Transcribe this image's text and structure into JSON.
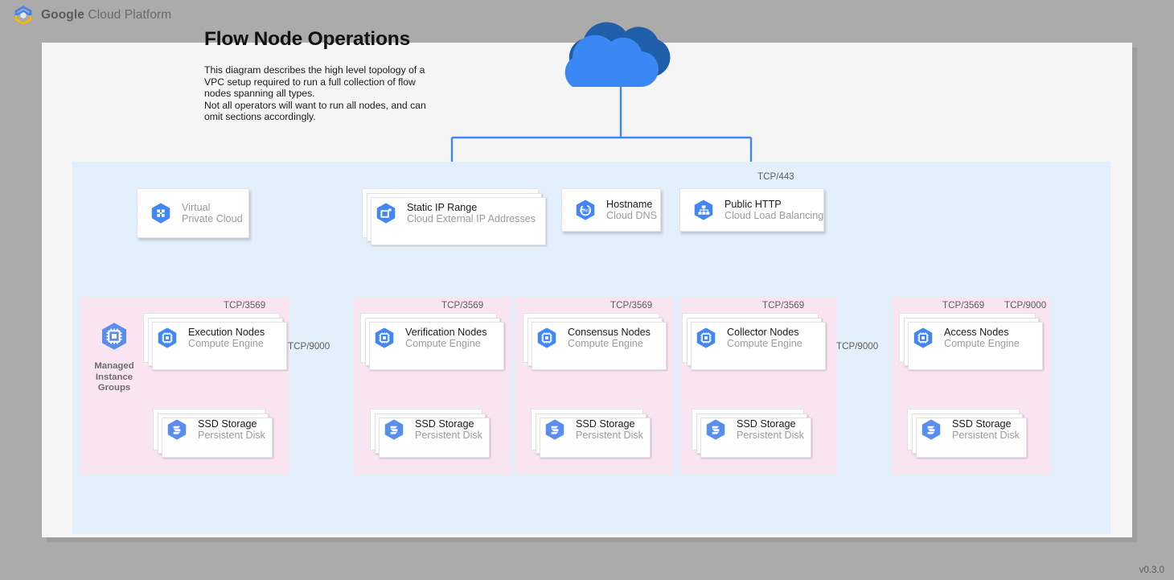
{
  "header": {
    "logo_icon": "gcp-hexagon-logo",
    "brand_bold": "Google",
    "brand_rest": " Cloud Platform"
  },
  "page": {
    "title": "Flow Node Operations",
    "description": "This diagram describes the high level topology of a VPC setup required to run a full collection of flow nodes spanning all types.\nNot all operators will want to run all nodes, and can omit sections accordingly.",
    "version": "v0.3.0"
  },
  "colors": {
    "page_background": "#ababab",
    "sheet": "#f5f5f5",
    "vpc_fill": "#e3f0fb",
    "group_fill": "#f9e4f2",
    "connector": "#4285f4",
    "icon_blue": "#4285f4",
    "cloud_light": "#3b88f5",
    "cloud_dark": "#1f5fa9",
    "card": "#ffffff",
    "label_grey": "#9b9b9b",
    "port_grey": "#5e5e5e"
  },
  "internet": {
    "icon": "cloud-icon",
    "name": "Internet Cloud"
  },
  "vpc": {
    "name": "Virtual Private Cloud network"
  },
  "top_nodes": [
    {
      "title": "Virtual",
      "subtitle": "Private Cloud",
      "icon": "virtual-private-cloud-icon",
      "style": "muted"
    },
    {
      "title": "Static IP Range",
      "subtitle": "Cloud External IP Addresses",
      "icon": "external-ip-icon",
      "style": "stack"
    },
    {
      "title": "Hostname",
      "subtitle": "Cloud DNS",
      "icon": "cloud-dns-icon",
      "style": "flat"
    },
    {
      "title": "Public HTTP",
      "subtitle": "Cloud Load Balancing",
      "icon": "cloud-load-balancing-icon",
      "style": "flat"
    }
  ],
  "groups": [
    {
      "label": "Managed\nInstance\nGroups",
      "group_icon": "managed-instance-group-icon",
      "has_group_label": true,
      "node": {
        "title": "Execution Nodes",
        "subtitle": "Compute Engine",
        "icon": "compute-engine-icon"
      },
      "storage": {
        "title": "SSD Storage",
        "subtitle": "Persistent Disk",
        "icon": "persistent-disk-icon"
      },
      "inbound_port": "TCP/3569"
    },
    {
      "label": "",
      "group_icon": "",
      "has_group_label": false,
      "node": {
        "title": "Verification Nodes",
        "subtitle": "Compute Engine",
        "icon": "compute-engine-icon"
      },
      "storage": {
        "title": "SSD Storage",
        "subtitle": "Persistent Disk",
        "icon": "persistent-disk-icon"
      },
      "inbound_port": "TCP/3569"
    },
    {
      "label": "",
      "group_icon": "",
      "has_group_label": false,
      "node": {
        "title": "Consensus Nodes",
        "subtitle": "Compute Engine",
        "icon": "compute-engine-icon"
      },
      "storage": {
        "title": "SSD Storage",
        "subtitle": "Persistent Disk",
        "icon": "persistent-disk-icon"
      },
      "inbound_port": "TCP/3569"
    },
    {
      "label": "",
      "group_icon": "",
      "has_group_label": false,
      "node": {
        "title": "Collector Nodes",
        "subtitle": "Compute Engine",
        "icon": "compute-engine-icon"
      },
      "storage": {
        "title": "SSD Storage",
        "subtitle": "Persistent Disk",
        "icon": "persistent-disk-icon"
      },
      "inbound_port": "TCP/3569"
    },
    {
      "label": "",
      "group_icon": "",
      "has_group_label": false,
      "node": {
        "title": "Access Nodes",
        "subtitle": "Compute Engine",
        "icon": "compute-engine-icon"
      },
      "storage": {
        "title": "SSD Storage",
        "subtitle": "Persistent Disk",
        "icon": "persistent-disk-icon"
      },
      "inbound_port": "TCP/3569",
      "inbound_port_2": "TCP/9000"
    }
  ],
  "port_labels": {
    "lb_https": "TCP/443",
    "access_to_execution": "TCP/9000",
    "access_to_collector": "TCP/9000",
    "access_extra": "TCP/9000"
  }
}
